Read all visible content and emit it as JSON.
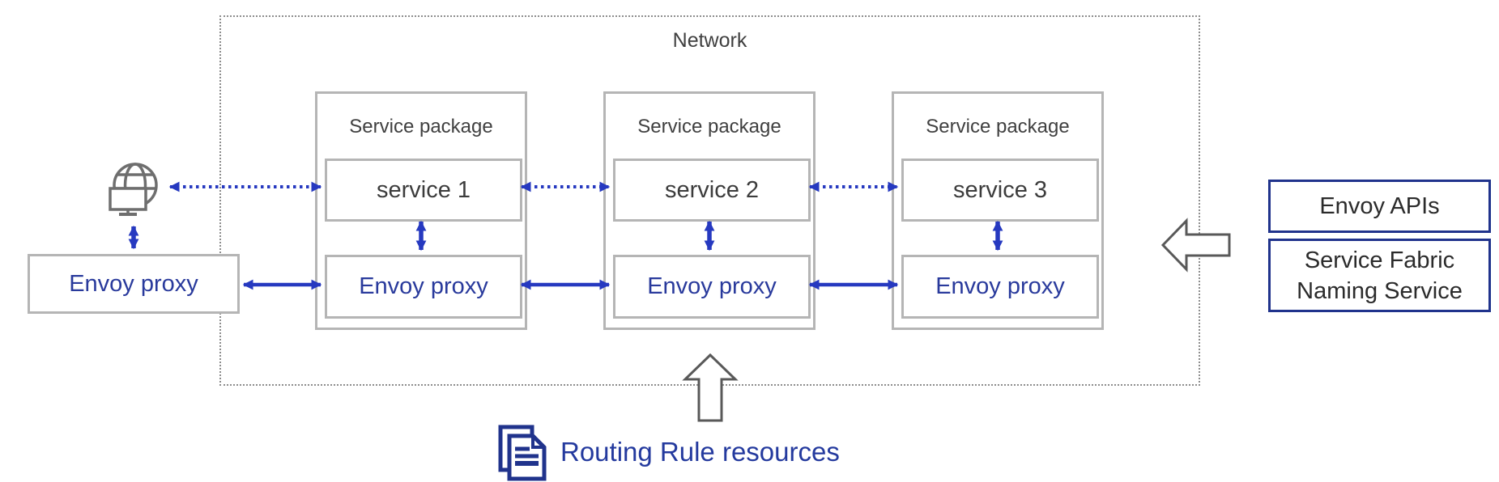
{
  "network": {
    "label": "Network"
  },
  "packages": [
    {
      "title": "Service package",
      "service": "service 1",
      "proxy": "Envoy proxy"
    },
    {
      "title": "Service package",
      "service": "service 2",
      "proxy": "Envoy proxy"
    },
    {
      "title": "Service package",
      "service": "service 3",
      "proxy": "Envoy proxy"
    }
  ],
  "ingress": {
    "proxy_label": "Envoy proxy"
  },
  "right_panel": {
    "envoy_apis_label": "Envoy APIs",
    "naming_service_label": "Service Fabric Naming Service"
  },
  "caption": {
    "text": "Routing Rule resources"
  },
  "icons": {
    "globe": "globe-network-icon",
    "document": "document-pages-icon",
    "up_block_arrow": "up-block-arrow",
    "left_block_arrow": "left-block-arrow"
  },
  "colors": {
    "arrow_blue": "#2639c0",
    "text_blue": "#293a9c",
    "navy_border": "#20338c",
    "gray_border": "#b5b5b5",
    "network_dotted": "#8d8d8d",
    "dark_text": "#404040",
    "block_arrow_outline": "#595959",
    "globe_gray": "#6e6e6e"
  }
}
